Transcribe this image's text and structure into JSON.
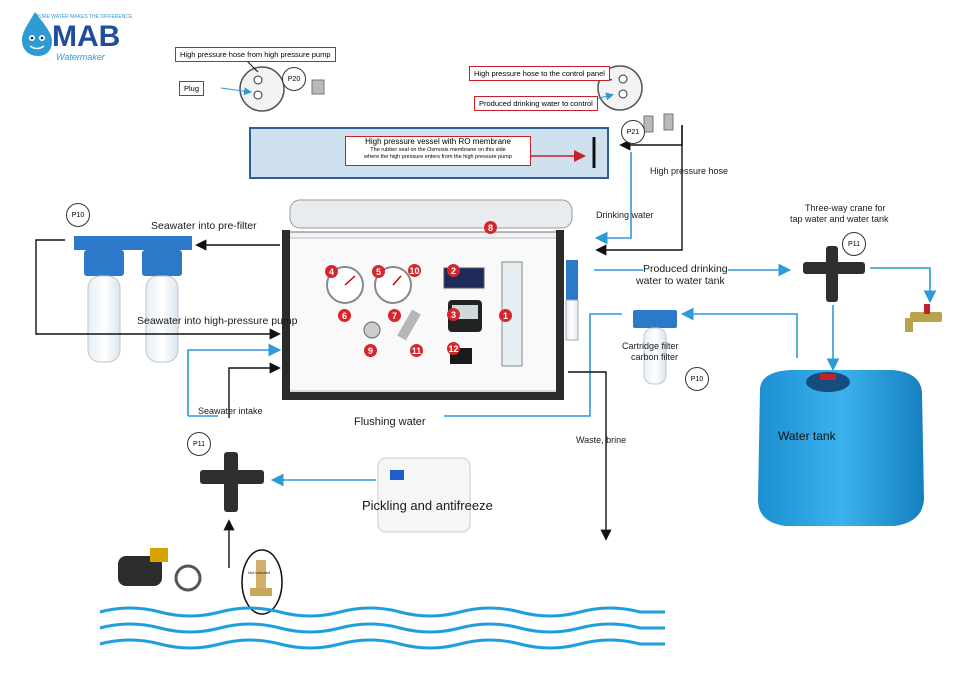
{
  "logo": {
    "text": "MAB",
    "tagline": "PURE WATER MAKES THE DIFFERENCE",
    "script": "Watermaker"
  },
  "colors": {
    "flow": "#2e9bd6",
    "alert": "#c8202a",
    "vessel": "#cfe0ef",
    "tank": "#1f9fe0",
    "filter": "#2b79c8"
  },
  "callouts": {
    "hp_from_pump": "High pressure hose from high pressure pump",
    "plug": "Plug",
    "hp_to_panel": "High pressure hose to the control panel",
    "produced_to_control": "Produced drinking water to control",
    "vessel_title": "High pressure vessel with RO membrane",
    "vessel_note_1": "The rubber seal on the Osmosis membrane on this side",
    "vessel_note_2": "where the high pressure enters from the high pressure pump"
  },
  "tags": {
    "p20": "P20",
    "p21": "P21",
    "p10_left": "P10",
    "p10_right": "P10",
    "p11_left": "P11",
    "p11_right": "P11"
  },
  "labels": {
    "seawater_prefilter": "Seawater into pre-filter",
    "seawater_hp_pump": "Seawater into high-pressure pump",
    "seawater_intake": "Seawater intake",
    "flushing_water": "Flushing water",
    "drinking_water": "Drinking water",
    "hp_hose": "High pressure hose",
    "produced_1": "Produced drinking",
    "produced_2": "water to water tank",
    "three_way_1": "Three-way crane for",
    "three_way_2": "tap water and water tank",
    "cartridge_1": "Cartridge filter",
    "cartridge_2": "carbon filter",
    "waste": "Waste, brine",
    "pickling": "Pickling and antifreeze",
    "water_tank": "Water tank",
    "valve_tag": "Not included"
  },
  "panel_numbers": [
    "1",
    "2",
    "3",
    "4",
    "5",
    "6",
    "7",
    "8",
    "9",
    "10",
    "11",
    "12"
  ]
}
